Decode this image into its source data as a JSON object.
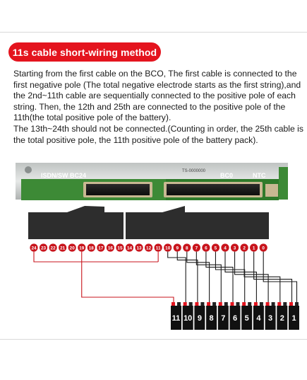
{
  "header": {
    "title": "11s cable short-wiring method"
  },
  "description": {
    "para1": "Starting from the first cable on the BCO, The first cable is connected to the first negative pole (The total negative electrode starts as the first string),and the 2nd~11th cable are sequentially connected to the positive pole of each string. Then, the 12th and 25th are connected to the positive pole of the 11th(the total positive pole of the battery).",
    "para2": "The 13th~24th should not be connected.(Counting in order, the 25th cable is the total positive pole, the 11th positive pole of the battery pack)."
  },
  "board": {
    "label_left": "ISDN/SW BC24",
    "label_right": "BC0",
    "label_ntc": "NTC",
    "serial": "TS-0000000"
  },
  "pins": [
    "24",
    "23",
    "22",
    "21",
    "20",
    "19",
    "18",
    "17",
    "16",
    "15",
    "14",
    "13",
    "12",
    "11",
    "10",
    "9",
    "8",
    "7",
    "6",
    "5",
    "4",
    "3",
    "2",
    "1",
    "0"
  ],
  "cells": [
    "11",
    "10",
    "9",
    "8",
    "7",
    "6",
    "5",
    "4",
    "3",
    "2",
    "1"
  ],
  "colors": {
    "accent": "#e4141e",
    "pin_red": "#c8141c",
    "cell_black": "#111111",
    "wire_red": "#c8141c",
    "board_green": "#3d8a36"
  }
}
